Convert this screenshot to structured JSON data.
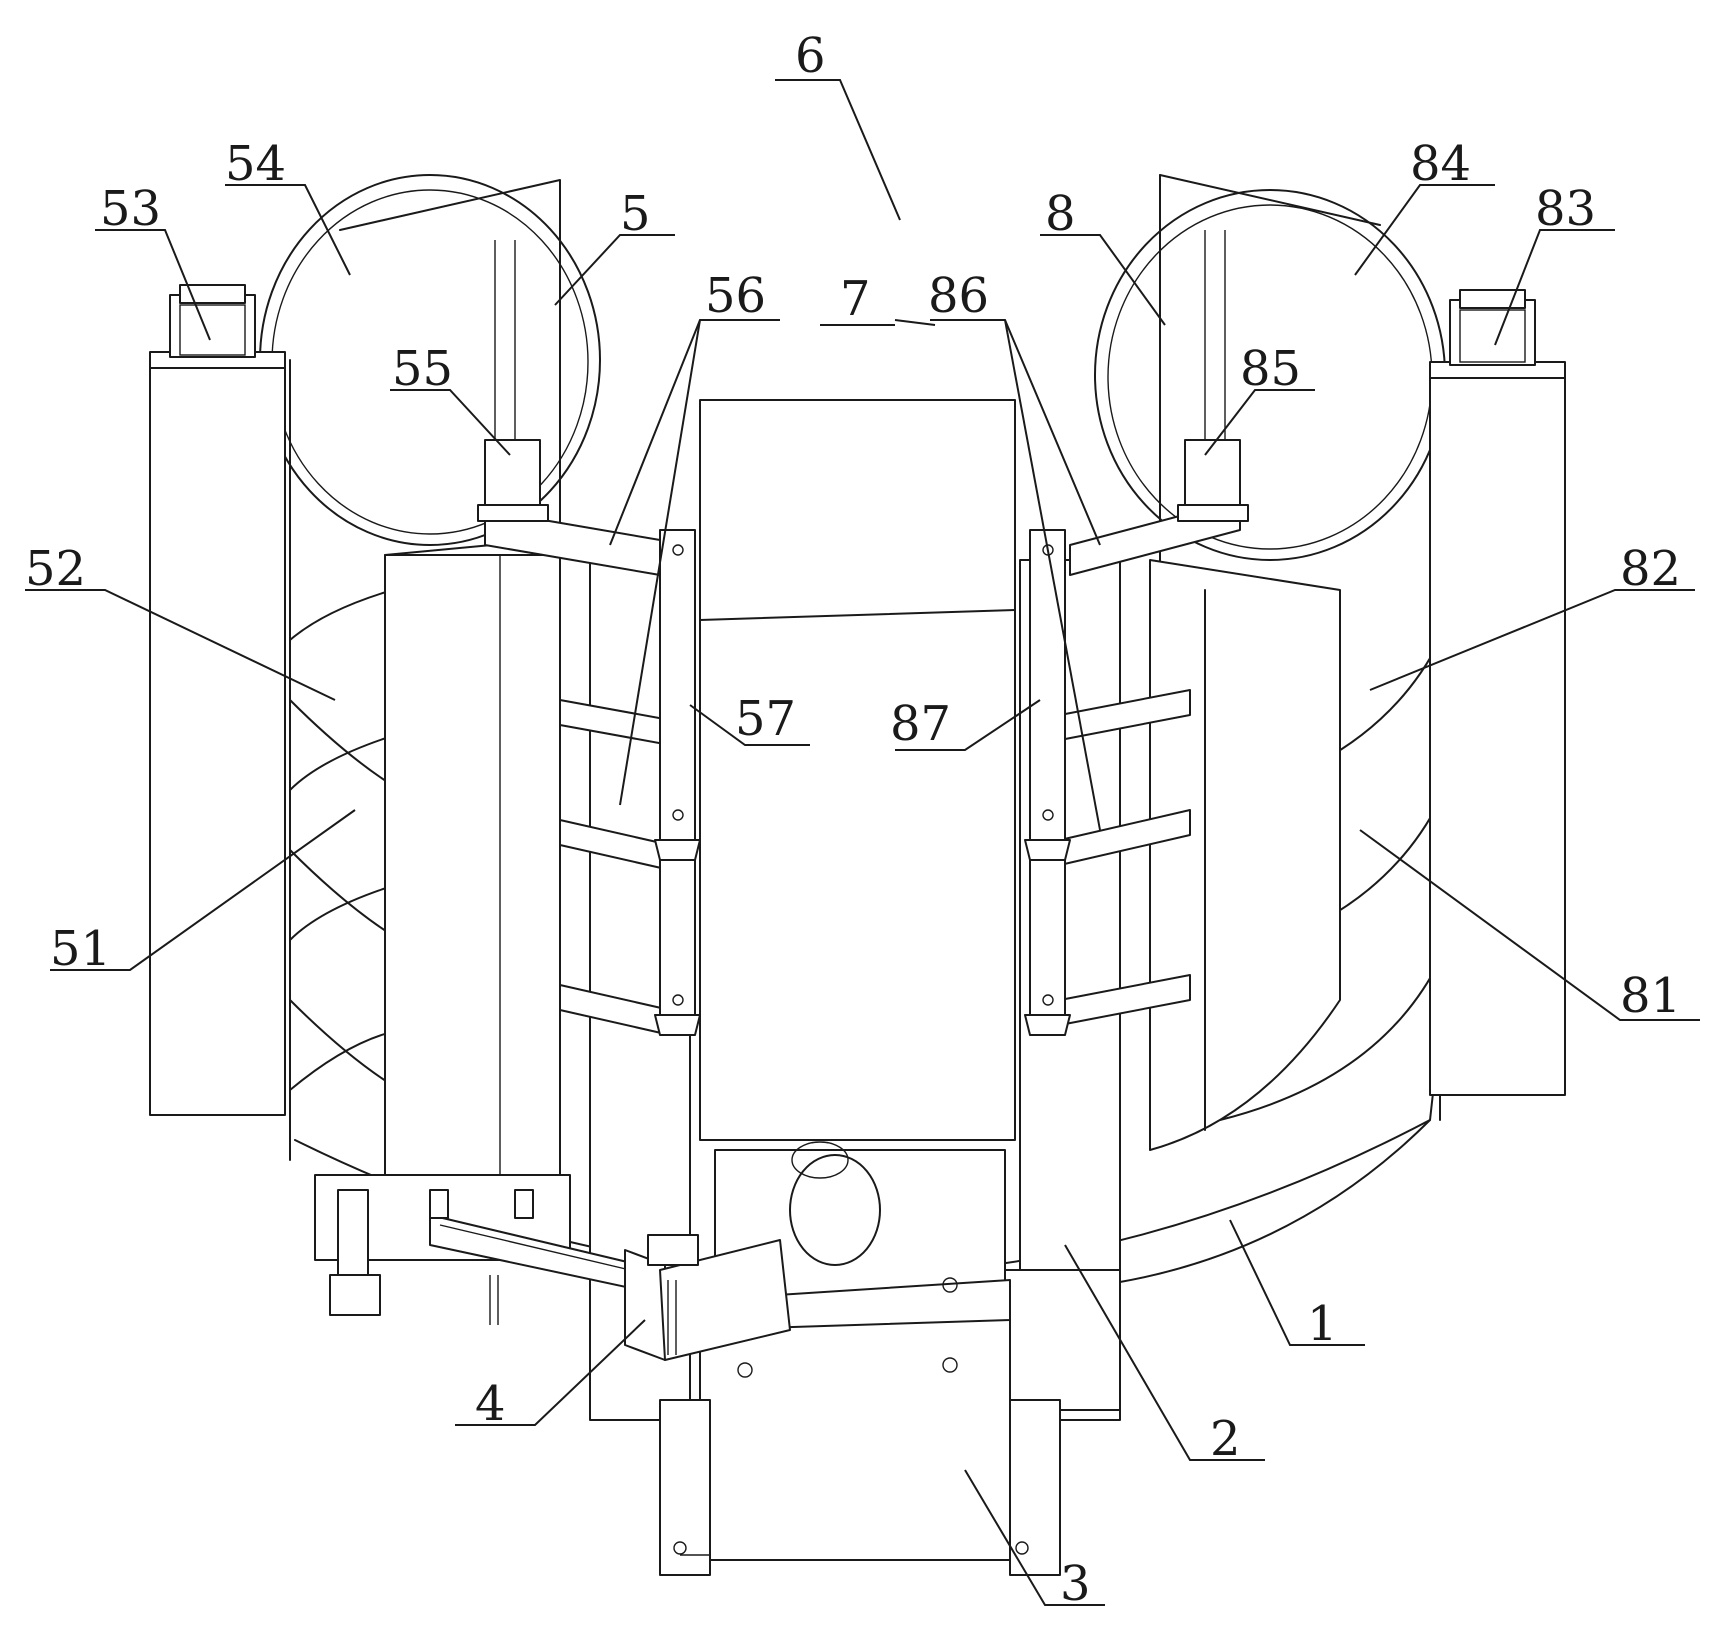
{
  "labels": [
    {
      "id": "1",
      "text": "1"
    },
    {
      "id": "2",
      "text": "2"
    },
    {
      "id": "3",
      "text": "3"
    },
    {
      "id": "4",
      "text": "4"
    },
    {
      "id": "5",
      "text": "5"
    },
    {
      "id": "6",
      "text": "6"
    },
    {
      "id": "7",
      "text": "7"
    },
    {
      "id": "8",
      "text": "8"
    },
    {
      "id": "51",
      "text": "51"
    },
    {
      "id": "52",
      "text": "52"
    },
    {
      "id": "53",
      "text": "53"
    },
    {
      "id": "54",
      "text": "54"
    },
    {
      "id": "55",
      "text": "55"
    },
    {
      "id": "56",
      "text": "56"
    },
    {
      "id": "57",
      "text": "57"
    },
    {
      "id": "81",
      "text": "81"
    },
    {
      "id": "82",
      "text": "82"
    },
    {
      "id": "83",
      "text": "83"
    },
    {
      "id": "84",
      "text": "84"
    },
    {
      "id": "85",
      "text": "85"
    },
    {
      "id": "86",
      "text": "86"
    },
    {
      "id": "87",
      "text": "87"
    }
  ]
}
